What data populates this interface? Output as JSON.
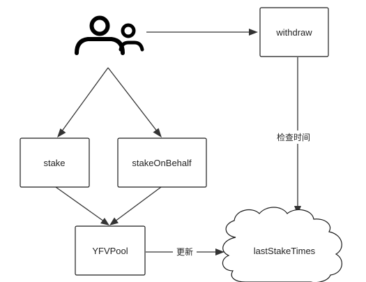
{
  "nodes": {
    "user": {
      "icon": "users-icon"
    },
    "withdraw": {
      "label": "withdraw"
    },
    "stake": {
      "label": "stake"
    },
    "stake_on_behalf": {
      "label": "stakeOnBehalf"
    },
    "yfv_pool": {
      "label": "YFVPool"
    },
    "last_stake_times": {
      "label": "lastStakeTimes",
      "shape": "cloud"
    }
  },
  "edges": [
    {
      "from": "user",
      "to": "withdraw",
      "label": ""
    },
    {
      "from": "user",
      "to": "stake",
      "label": ""
    },
    {
      "from": "user",
      "to": "stake_on_behalf",
      "label": ""
    },
    {
      "from": "stake",
      "to": "yfv_pool",
      "label": ""
    },
    {
      "from": "stake_on_behalf",
      "to": "yfv_pool",
      "label": ""
    },
    {
      "from": "withdraw",
      "to": "last_stake_times",
      "label": "检查时间"
    },
    {
      "from": "yfv_pool",
      "to": "last_stake_times",
      "label": "更新"
    }
  ],
  "edge_labels": {
    "check_time": "检查时间",
    "update": "更新"
  }
}
